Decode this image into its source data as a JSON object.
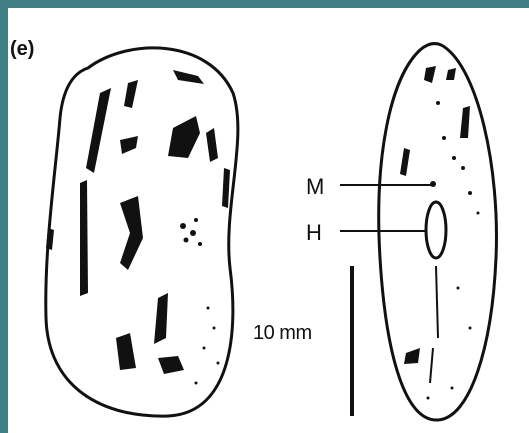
{
  "figure": {
    "panel_label": "(e)",
    "labels": {
      "m": "M",
      "h": "H"
    },
    "scale_bar": {
      "text": "10 mm"
    }
  },
  "colors": {
    "frame": "#3f7f83",
    "background": "#ffffff",
    "ink": "#111111"
  }
}
